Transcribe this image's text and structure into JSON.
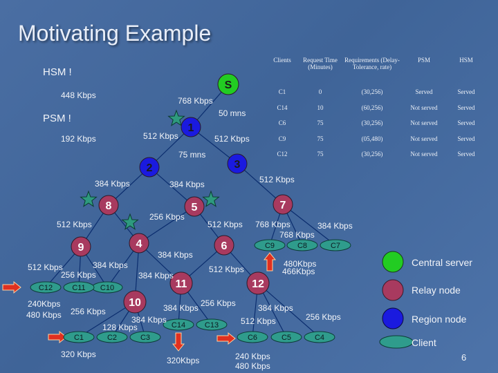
{
  "slide": {
    "title": "Motivating Example",
    "hsm_label": "HSM !",
    "psm_label": "PSM !",
    "page_number": "6"
  },
  "table": {
    "headers": [
      "Clients",
      "Request Time (Minutes)",
      "Requirements (Delay-Tolerance, rate)",
      "PSM",
      "HSM"
    ],
    "rows": [
      [
        "C1",
        "0",
        "(30,256)",
        "Served",
        "Served"
      ],
      [
        "C14",
        "10",
        "(60,256)",
        "Not served",
        "Served"
      ],
      [
        "C6",
        "75",
        "(30,256)",
        "Not served",
        "Served"
      ],
      [
        "C9",
        "75",
        "(05,480)",
        "Not served",
        "Served"
      ],
      [
        "C12",
        "75",
        "(30,256)",
        "Not served",
        "Served"
      ]
    ]
  },
  "nodes": {
    "server": "S",
    "relays": [
      "1",
      "2",
      "3",
      "4",
      "5",
      "6",
      "7",
      "8",
      "9",
      "10",
      "11",
      "12"
    ],
    "clients": [
      "C1",
      "C2",
      "C3",
      "C4",
      "C5",
      "C6",
      "C7",
      "C8",
      "C9",
      "C10",
      "C11",
      "C12",
      "C13",
      "C14"
    ]
  },
  "links": [
    "448 Kbps",
    "768 Kbps",
    "50 mns",
    "192 Kbps",
    "512 Kbps",
    "512 Kbps",
    "75 mns",
    "512 Kbps",
    "384 Kbps",
    "384 Kbps",
    "256 Kbps",
    "512 Kbps",
    "512 Kbps",
    "768 Kbps",
    "384 Kbps",
    "768 Kbps",
    "384 Kbps",
    "512 Kbps",
    "384 Kbps",
    "256 Kbps",
    "384 Kbps",
    "512 Kbps",
    "480Kbps",
    "466Kbps",
    "240Kbps",
    "480 Kbps",
    "256 Kbps",
    "128 Kbps",
    "384 Kbps",
    "384 Kbps",
    "256 Kbps",
    "384 Kbps",
    "512 Kbps",
    "256 Kbps",
    "320 Kbps",
    "320Kbps",
    "240 Kbps",
    "480 Kbps"
  ],
  "legend": {
    "server": "Central server",
    "relay": "Relay node",
    "region": "Region node",
    "client": "Client"
  },
  "colors": {
    "background": "#4470a8",
    "server": "#22cc22",
    "relay": "#a83a5f",
    "region": "#1a1adf",
    "client": "#2f9c8c",
    "star": "#2e9a7e",
    "arrow": "#e03020"
  }
}
